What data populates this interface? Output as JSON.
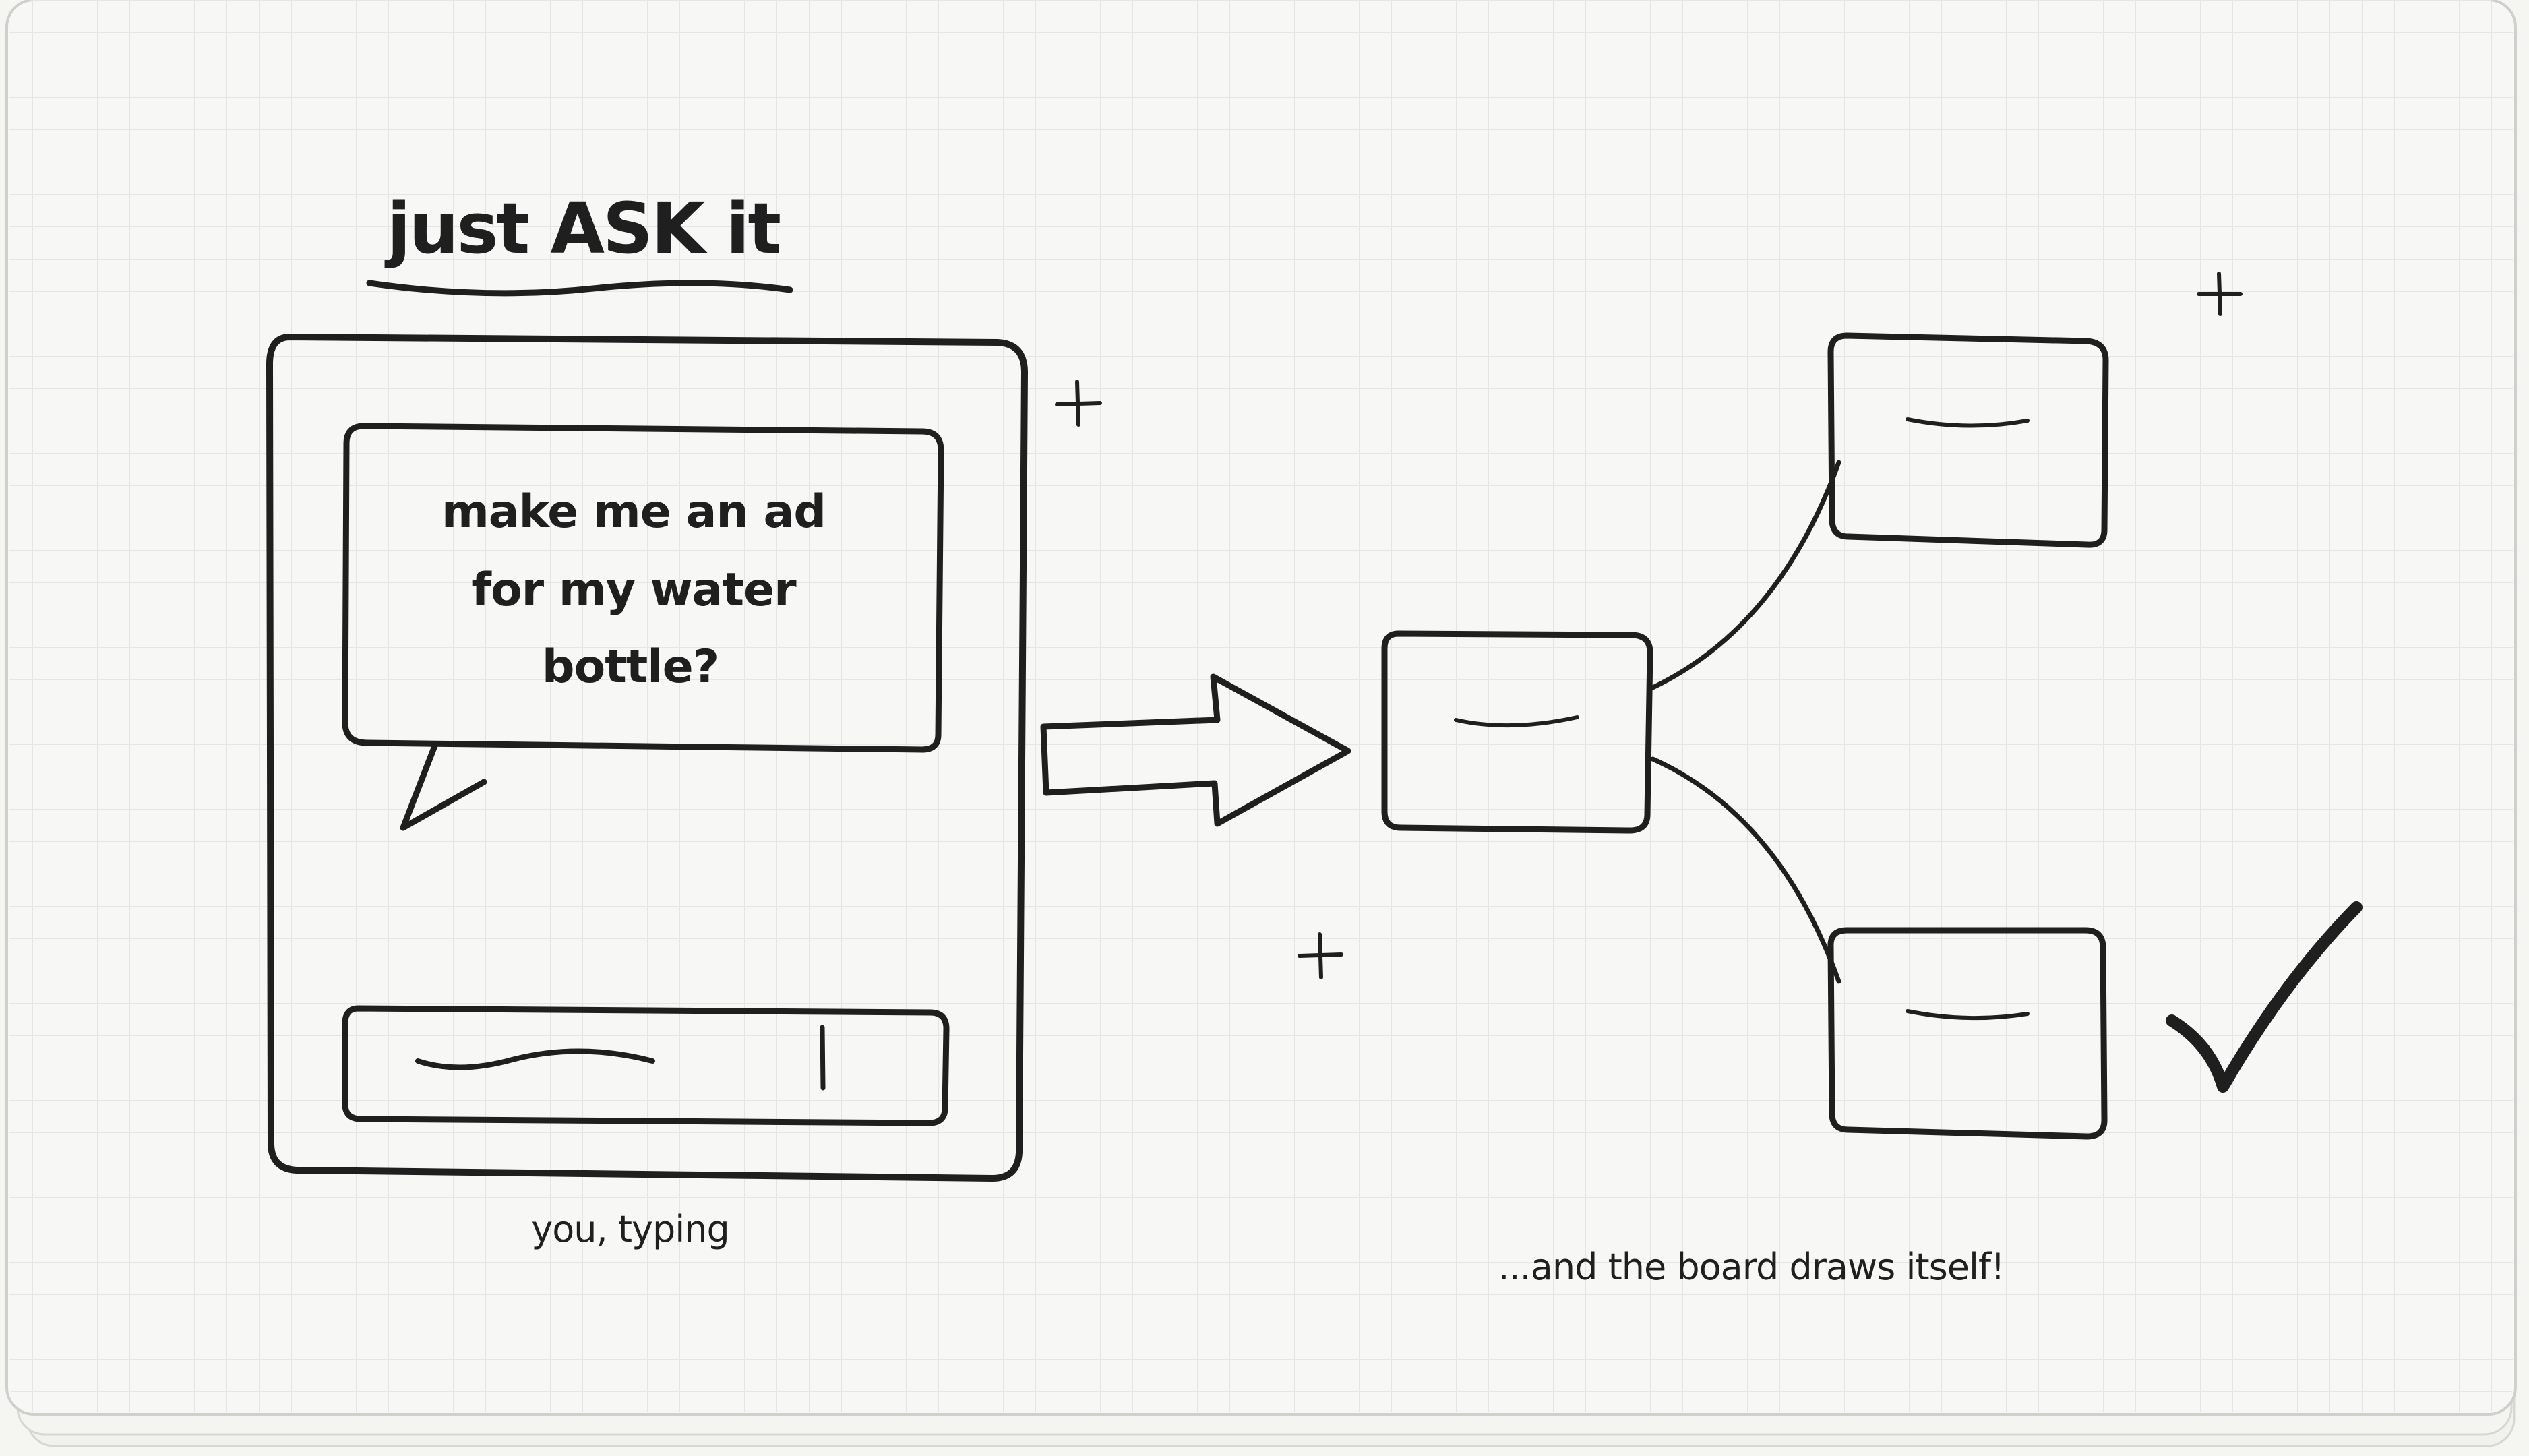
{
  "title": "just ASK it",
  "chat": {
    "message_lines": [
      "make me an ad",
      "for my water",
      "bottle?"
    ],
    "caption": "you, typing"
  },
  "board": {
    "caption": "...and the board draws itself!"
  },
  "icons": {
    "arrow": "right-arrow-icon",
    "check": "checkmark-icon",
    "sparkle": "plus-sparkle-icon"
  },
  "colors": {
    "ink": "#1f1f1f",
    "paper": "#f7f7f5",
    "grid": "#e4e6e6"
  }
}
